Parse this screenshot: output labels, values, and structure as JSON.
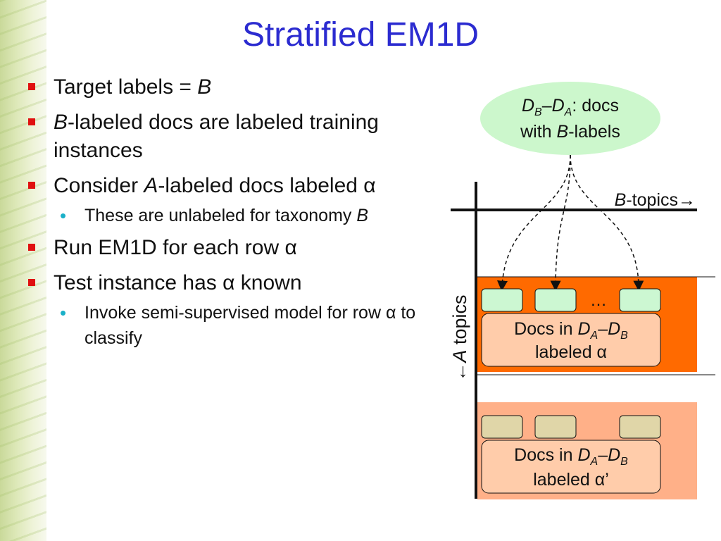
{
  "title": "Stratified EM1D",
  "bullets": [
    {
      "pre": "Target labels = ",
      "em": "B",
      "post": ""
    },
    {
      "pre": "",
      "em": "B",
      "post": "-labeled docs are labeled training instances"
    },
    {
      "pre": "Consider ",
      "em": "A",
      "post": "-labeled docs labeled α"
    },
    {
      "pre": "Run EM1D for each row α"
    },
    {
      "pre": "Test instance has α known"
    }
  ],
  "subbullets": [
    {
      "pre": "These are unlabeled for taxonomy ",
      "em": "B"
    },
    {
      "pre": "Invoke semi-supervised model for row α to classify"
    }
  ],
  "diagram": {
    "bubble": {
      "l1_d": "D",
      "l1_sub_b": "B",
      "l1_dash": "–",
      "l1_d2": "D",
      "l1_sub_a": "A",
      "l1_rest": ": docs",
      "l2_pre": "with ",
      "l2_em": "B",
      "l2_post": "-labels"
    },
    "b_topics": {
      "em": "B",
      "text": "-topics",
      "arrow": "→"
    },
    "a_topics": {
      "arrow": "←",
      "em": "A",
      "text": " topics"
    },
    "ellipsis": "…",
    "row1": {
      "line1_pre": "Docs in ",
      "d1": "D",
      "s1": "A",
      "dash": "–",
      "d2": "D",
      "s2": "B",
      "line2": "labeled α"
    },
    "row2": {
      "line1_pre": "Docs in ",
      "d1": "D",
      "s1": "A",
      "dash": "–",
      "d2": "D",
      "s2": "B",
      "line2": "labeled α’"
    },
    "colors": {
      "row1": "#ff6a00",
      "row2": "#ffb088",
      "doc_box": "#ffccaa",
      "green_box": "#ccf7d2",
      "tan_box": "#e0d6a8",
      "bubble": "#ccf7cc",
      "title": "#2b2bd0",
      "bullet": "#e01010",
      "subbullet": "#1ab0c8"
    }
  }
}
